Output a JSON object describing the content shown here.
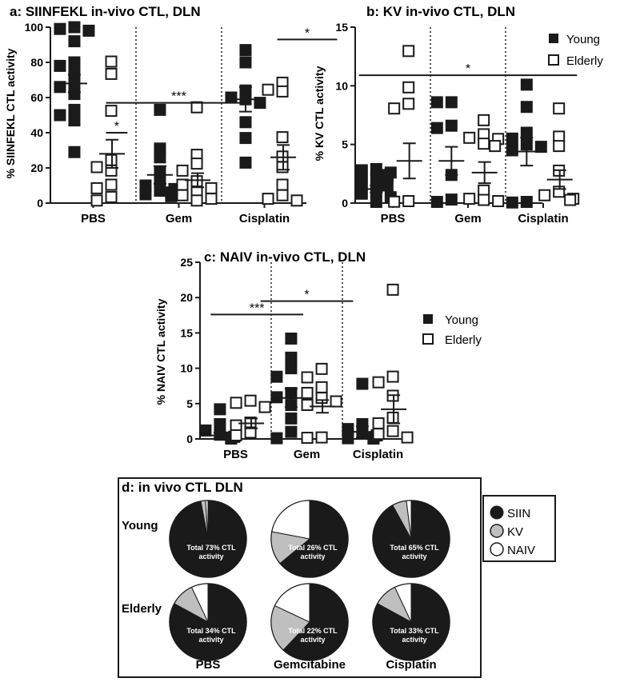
{
  "colors": {
    "young": "#1a1a1a",
    "elderly": "#ffffff",
    "stroke": "#1a1a1a",
    "kv": "#bfbfbf",
    "siin": "#1a1a1a",
    "naiv": "#ffffff"
  },
  "legend": {
    "young": "Young",
    "elderly": "Elderly",
    "siin": "SIIN",
    "kv": "KV",
    "naiv": "NAIV"
  },
  "chart_data": [
    {
      "id": "a",
      "type": "scatter",
      "title": "a: SIINFEKL in-vivo CTL, DLN",
      "ylabel": "% SIINFEKL CTL activity",
      "ylim": [
        0,
        100
      ],
      "yticks": [
        0,
        20,
        40,
        60,
        80,
        100
      ],
      "categories": [
        "PBS",
        "Gem",
        "Cisplatin"
      ],
      "groups": [
        {
          "young": [
            100,
            99,
            98,
            92,
            80,
            78,
            74,
            68,
            66,
            62,
            53,
            50,
            47,
            29
          ],
          "young_mean": 68,
          "young_sem": 5,
          "elderly": [
            80,
            73,
            52,
            24,
            20,
            18,
            10,
            8,
            3,
            1
          ],
          "elderly_mean": 28,
          "elderly_sem": 8
        },
        {
          "young": [
            53,
            31,
            26,
            18,
            12,
            10,
            8,
            7,
            6,
            5,
            4,
            4
          ],
          "young_mean": 16,
          "young_sem": 5,
          "elderly": [
            54,
            27,
            22,
            18,
            12,
            10,
            8,
            6,
            4,
            2,
            1
          ],
          "elderly_mean": 13,
          "elderly_sem": 4
        },
        {
          "young": [
            87,
            80,
            64,
            60,
            59,
            57,
            46,
            37,
            23
          ],
          "young_mean": 59,
          "young_sem": 7,
          "elderly": [
            68,
            64,
            63,
            37,
            26,
            20,
            10,
            4,
            2,
            1
          ],
          "elderly_mean": 26,
          "elderly_sem": 7
        }
      ],
      "significance": [
        {
          "label": "*",
          "from": 0.15,
          "to": 0.4,
          "y": 40
        },
        {
          "label": "***",
          "from": 0.15,
          "to": 1.85,
          "y": 57
        },
        {
          "label": "*",
          "from": 2.15,
          "to": 2.85,
          "y": 93
        }
      ]
    },
    {
      "id": "b",
      "type": "scatter",
      "title": "b: KV in-vivo CTL, DLN",
      "ylabel": "% KV CTL activity",
      "ylim": [
        0,
        15
      ],
      "yticks": [
        0,
        5,
        10,
        15
      ],
      "categories": [
        "PBS",
        "Gem",
        "Cisplatin"
      ],
      "groups": [
        {
          "young": [
            2.9,
            2.8,
            2.6,
            2.4,
            2.2,
            2.0,
            1.8,
            1.5,
            1.0,
            0.8,
            0.5,
            0.1
          ],
          "young_mean": 1.2,
          "young_sem": 0.3,
          "elderly": [
            12.9,
            9.8,
            8.4,
            8.0,
            0.1,
            0.05
          ],
          "elderly_mean": 3.6,
          "elderly_sem": 1.5
        },
        {
          "young": [
            8.6,
            8.6,
            6.6,
            6.4,
            2.4,
            0.3,
            0.1
          ],
          "young_mean": 3.6,
          "young_sem": 1.2,
          "elderly": [
            7.0,
            5.8,
            5.5,
            5.4,
            5.0,
            4.8,
            1.0,
            0.3,
            0.2,
            0.1
          ],
          "elderly_mean": 2.6,
          "elderly_sem": 0.9
        },
        {
          "young": [
            10.1,
            8.2,
            6.0,
            5.5,
            5.0,
            4.8,
            4.5,
            0.1,
            0.05
          ],
          "young_mean": 4.4,
          "young_sem": 1.2,
          "elderly": [
            8.0,
            5.6,
            4.8,
            2.7,
            0.9,
            0.6,
            0.3,
            0.2
          ],
          "elderly_mean": 2.0,
          "elderly_sem": 0.8
        }
      ],
      "significance": [
        {
          "label": "*",
          "from": -0.45,
          "to": 2.45,
          "y": 10.9
        }
      ]
    },
    {
      "id": "c",
      "type": "scatter",
      "title": "c: NAIV in-vivo CTL, DLN",
      "ylabel": "% NAIV CTL activity",
      "ylim": [
        0,
        25
      ],
      "yticks": [
        0,
        5,
        10,
        15,
        20,
        25
      ],
      "categories": [
        "PBS",
        "Gem",
        "Cisplatin"
      ],
      "groups": [
        {
          "young": [
            4.2,
            2.1,
            1.2,
            0.6,
            0.3,
            0.2,
            0.1,
            0.05
          ],
          "young_mean": 0.5,
          "young_sem": 0.4,
          "elderly": [
            5.3,
            5.0,
            4.4,
            2.2,
            1.8,
            0.8,
            0.4
          ],
          "elderly_mean": 2.2,
          "elderly_sem": 0.7
        },
        {
          "young": [
            14.2,
            11.5,
            10.0,
            8.8,
            6.5,
            5.9,
            4.8,
            2.9,
            1.0,
            0.1
          ],
          "young_mean": 5.8,
          "young_sem": 1.3,
          "elderly": [
            9.8,
            8.6,
            7.2,
            6.4,
            5.7,
            5.2,
            4.7,
            0.1,
            0.05
          ],
          "elderly_mean": 4.6,
          "elderly_sem": 0.9
        },
        {
          "young": [
            7.8,
            2.1,
            1.4,
            0.8,
            0.5,
            0.2,
            0.1,
            0.05
          ],
          "young_mean": 1.0,
          "young_sem": 0.8,
          "elderly": [
            21,
            8.7,
            7.9,
            6.0,
            2.9,
            2.1,
            1.0,
            0.6,
            0.1
          ],
          "elderly_mean": 4.2,
          "elderly_sem": 2.0
        }
      ],
      "significance": [
        {
          "label": "***",
          "from": -0.35,
          "to": 0.95,
          "y": 17.6
        },
        {
          "label": "*",
          "from": 0.35,
          "to": 1.65,
          "y": 19.5
        }
      ]
    },
    {
      "id": "d",
      "type": "pie",
      "title": "d: in vivo CTL DLN",
      "rows": [
        "Young",
        "Elderly"
      ],
      "columns": [
        "PBS",
        "Gemcitabine",
        "Cisplatin"
      ],
      "series_order": [
        "SIIN",
        "KV",
        "NAIV"
      ],
      "pies": [
        [
          {
            "label": "Total 73% CTL activity",
            "fractions": [
              0.97,
              0.02,
              0.01
            ]
          },
          {
            "label": "Total 26% CTL activity",
            "fractions": [
              0.64,
              0.14,
              0.22
            ]
          },
          {
            "label": "Total 65% CTL activity",
            "fractions": [
              0.92,
              0.06,
              0.02
            ]
          }
        ],
        [
          {
            "label": "Total 34% CTL activity",
            "fractions": [
              0.83,
              0.1,
              0.07
            ]
          },
          {
            "label": "Total 22% CTL activity",
            "fractions": [
              0.62,
              0.2,
              0.18
            ]
          },
          {
            "label": "Total 33% CTL activity",
            "fractions": [
              0.83,
              0.1,
              0.07
            ]
          }
        ]
      ]
    }
  ]
}
